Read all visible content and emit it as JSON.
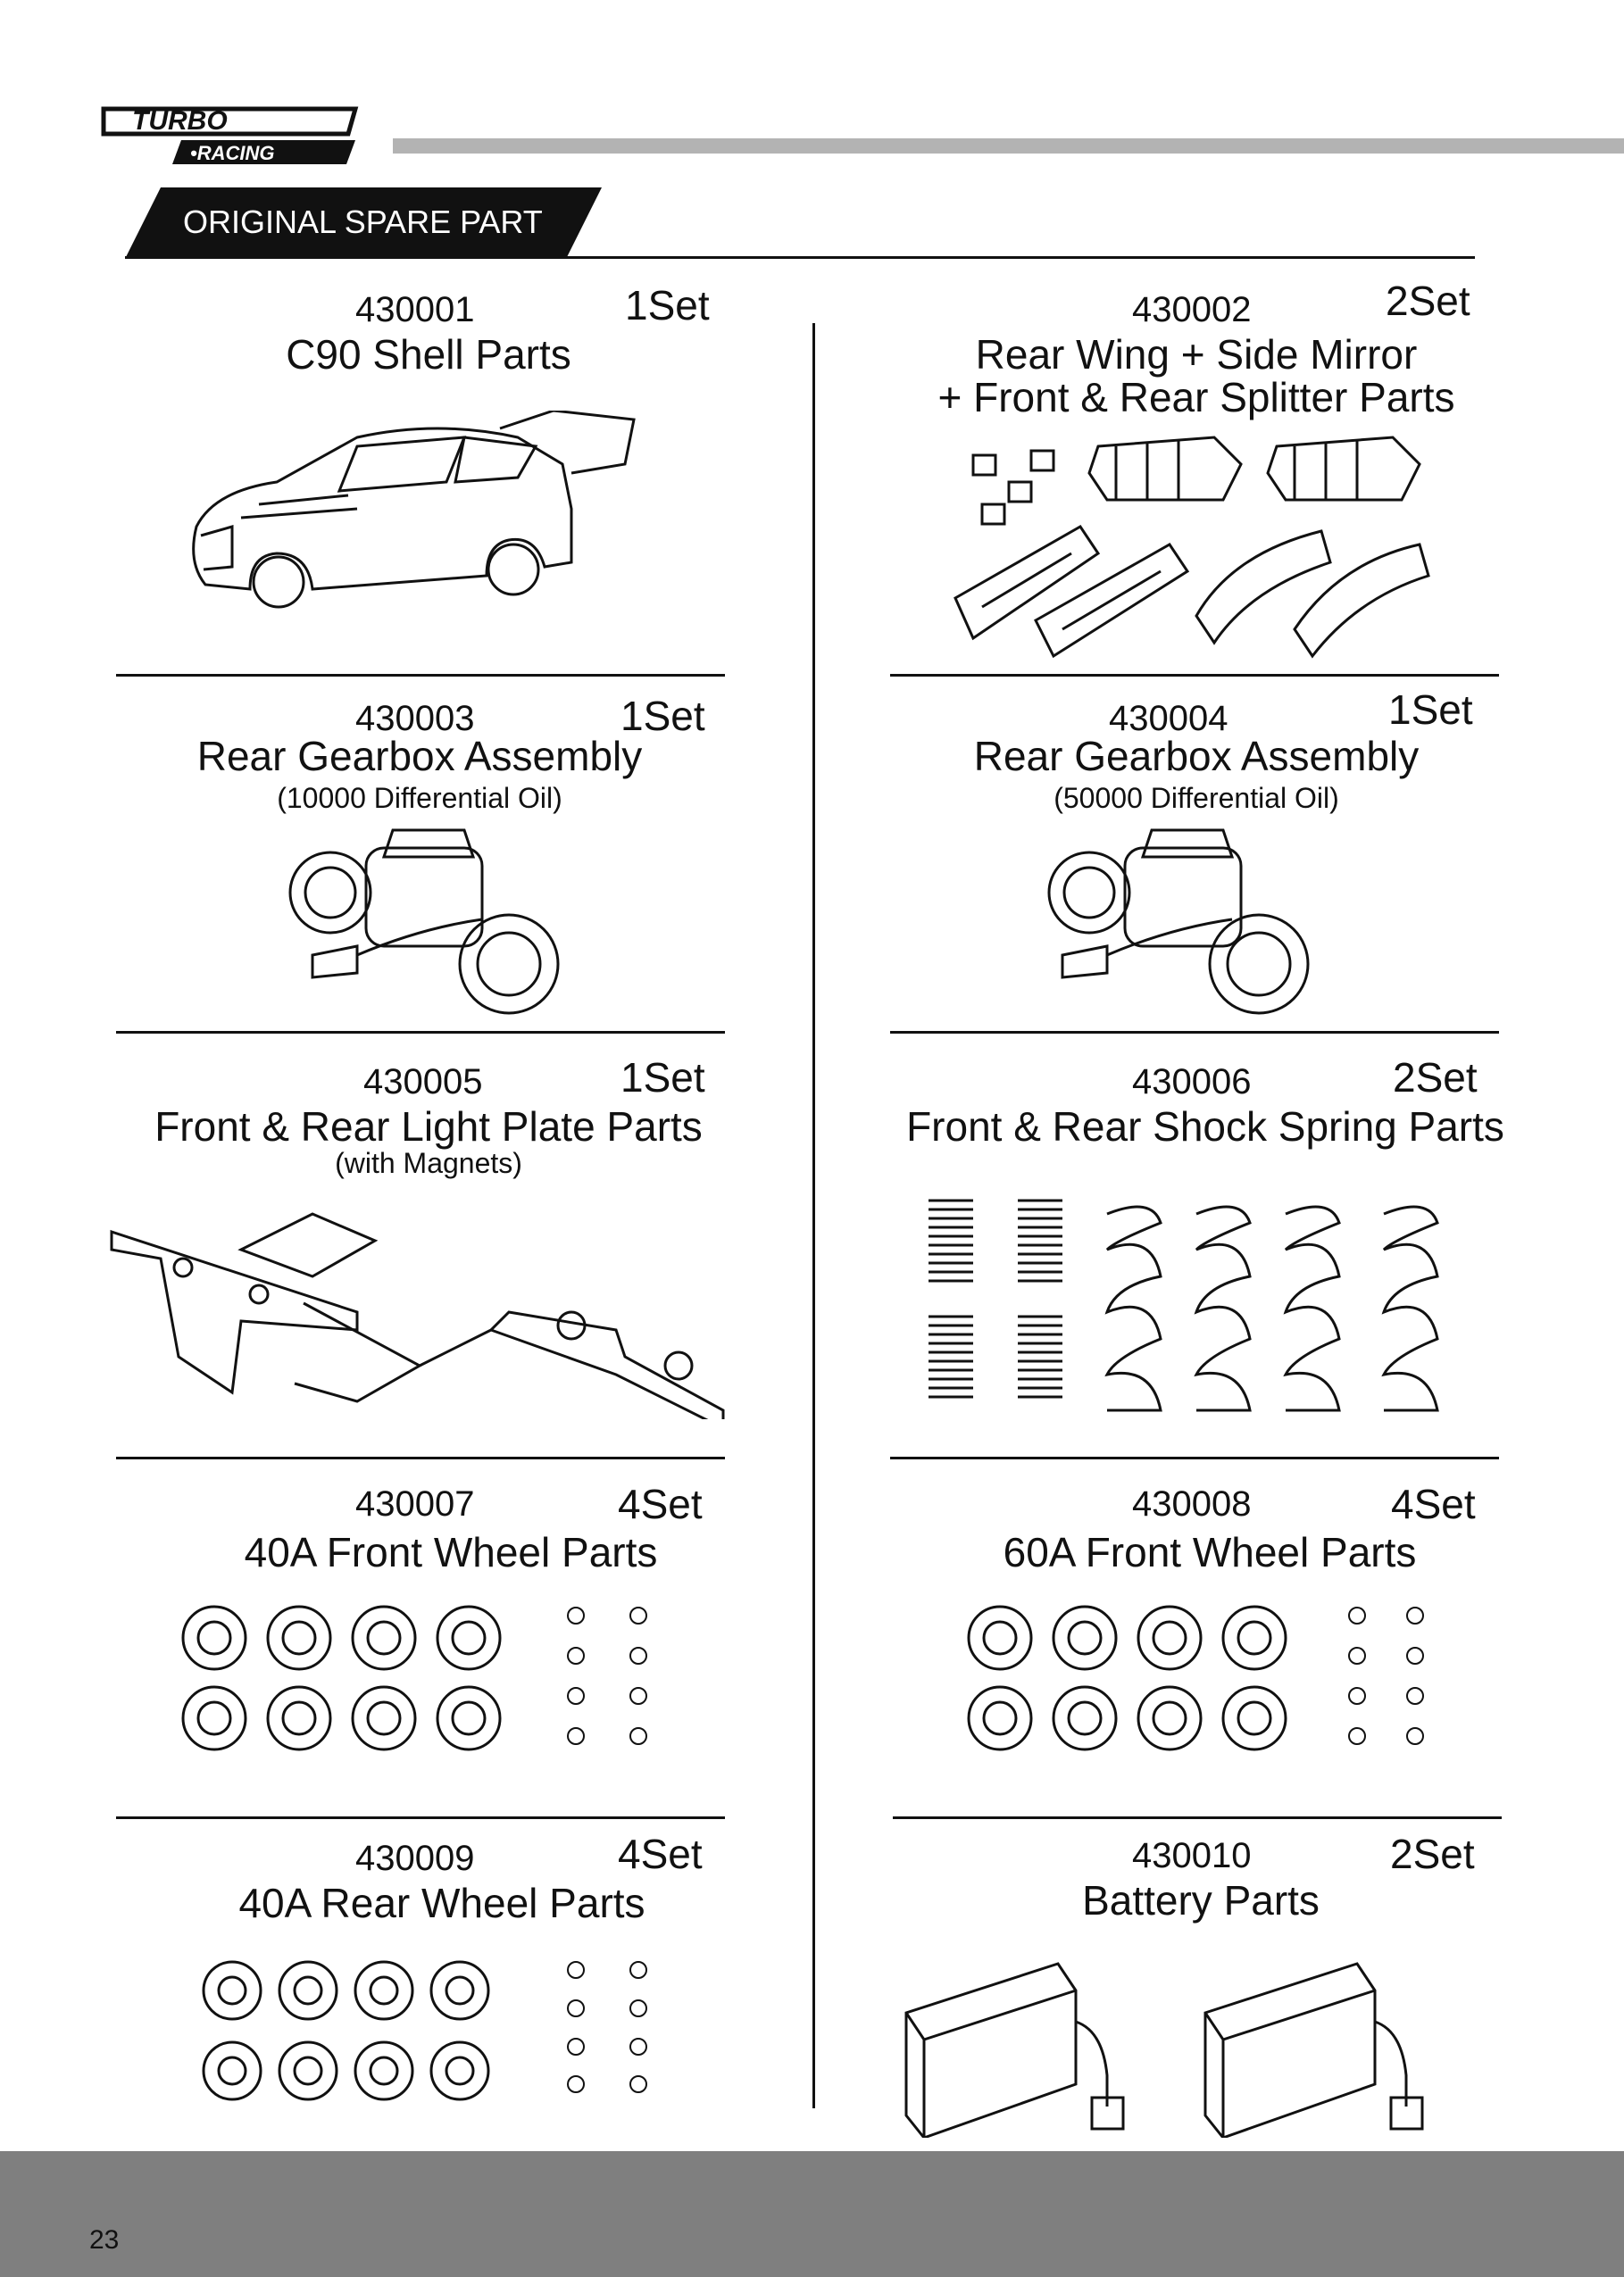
{
  "header": {
    "brand_logo": "TURBO RACING",
    "banner": "ORIGINAL SPARE PART"
  },
  "parts": [
    {
      "code": "430001",
      "qty": "1Set",
      "name": "C90 Shell Parts",
      "note": ""
    },
    {
      "code": "430002",
      "qty": "2Set",
      "name": "Rear Wing + Side Mirror",
      "name2": "+ Front & Rear Splitter Parts",
      "note": ""
    },
    {
      "code": "430003",
      "qty": "1Set",
      "name": "Rear Gearbox Assembly",
      "note": "(10000 Differential Oil)"
    },
    {
      "code": "430004",
      "qty": "1Set",
      "name": "Rear Gearbox Assembly",
      "note": "(50000 Differential Oil)"
    },
    {
      "code": "430005",
      "qty": "1Set",
      "name": "Front & Rear Light Plate Parts",
      "note": "(with Magnets)"
    },
    {
      "code": "430006",
      "qty": "2Set",
      "name": "Front & Rear Shock Spring Parts",
      "note": ""
    },
    {
      "code": "430007",
      "qty": "4Set",
      "name": "40A Front Wheel Parts",
      "note": ""
    },
    {
      "code": "430008",
      "qty": "4Set",
      "name": "60A Front Wheel Parts",
      "note": ""
    },
    {
      "code": "430009",
      "qty": "4Set",
      "name": "40A Rear Wheel Parts",
      "note": ""
    },
    {
      "code": "430010",
      "qty": "2Set",
      "name": "Battery Parts",
      "note": ""
    }
  ],
  "footer": {
    "page_number": "23"
  },
  "colors": {
    "footer_bar": "#7f7f7f",
    "top_bar": "#b3b3b3",
    "banner": "#111111"
  },
  "icons": [
    "car-shell-icon",
    "wing-splitter-icon",
    "gearbox-icon",
    "light-plate-icon",
    "spring-icon",
    "wheel-icon",
    "screw-icon",
    "battery-icon"
  ]
}
